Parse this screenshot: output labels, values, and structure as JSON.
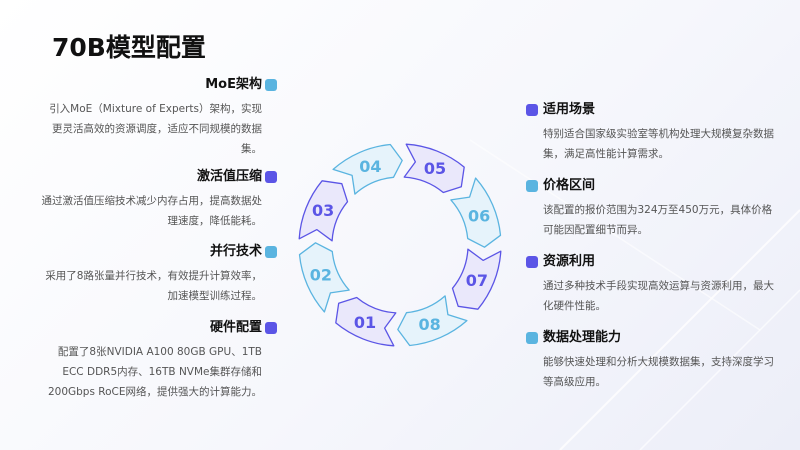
{
  "title": "70B模型配置",
  "colors": {
    "cyan": "#5ab4e0",
    "purple": "#5b55e6",
    "cyan_fill": "#e6f3fb",
    "purple_fill": "#eae8fb"
  },
  "left_items": [
    {
      "title": "MoE架构",
      "text": "引入MoE（Mixture of Experts）架构，实现更灵活高效的资源调度，适应不同规模的数据集。",
      "color": "cyan"
    },
    {
      "title": "激活值压缩",
      "text": "通过激活值压缩技术减少内存占用，提高数据处理速度，降低能耗。",
      "color": "purple"
    },
    {
      "title": "并行技术",
      "text": "采用了8路张量并行技术，有效提升计算效率，加速模型训练过程。",
      "color": "cyan"
    },
    {
      "title": "硬件配置",
      "text": "配置了8张NVIDIA A100 80GB GPU、1TB ECC DDR5内存、16TB NVMe集群存储和200Gbps RoCE网络，提供强大的计算能力。",
      "color": "purple"
    }
  ],
  "right_items": [
    {
      "title": "适用场景",
      "text": "特别适合国家级实验室等机构处理大规模复杂数据集，满足高性能计算需求。",
      "color": "purple"
    },
    {
      "title": "价格区间",
      "text": "该配置的报价范围为324万至450万元，具体价格可能因配置细节而异。",
      "color": "cyan"
    },
    {
      "title": "资源利用",
      "text": "通过多种技术手段实现高效运算与资源利用，最大化硬件性能。",
      "color": "purple"
    },
    {
      "title": "数据处理能力",
      "text": "能够快速处理和分析大规模数据集，支持深度学习等高级应用。",
      "color": "cyan"
    }
  ],
  "ring": [
    "01",
    "02",
    "03",
    "04",
    "05",
    "06",
    "07",
    "08"
  ]
}
